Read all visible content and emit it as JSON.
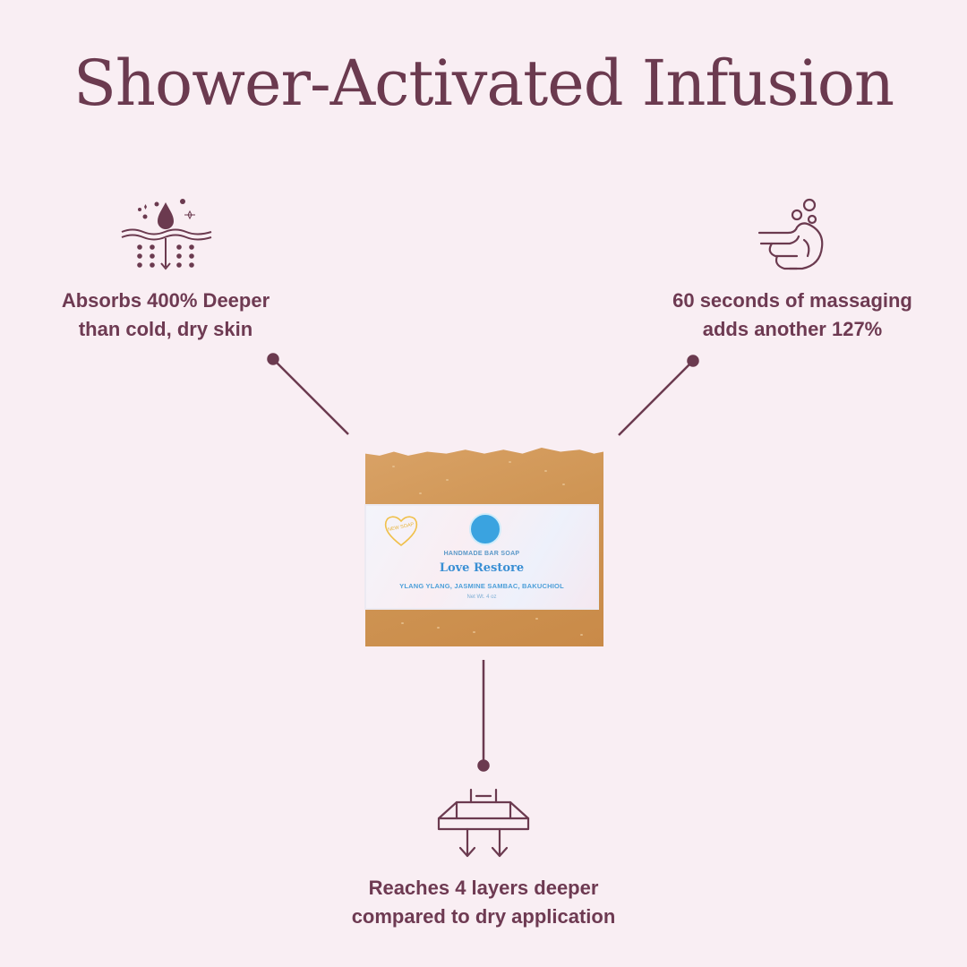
{
  "title": "Shower-Activated Infusion",
  "features": {
    "left": {
      "line1": "Absorbs 400% Deeper",
      "line2": "than cold, dry skin",
      "icon": "skin-absorption-drop-icon"
    },
    "right": {
      "line1": "60 seconds of massaging",
      "line2": "adds another 127%",
      "icon": "hand-lather-bubbles-icon"
    },
    "bottom": {
      "line1": "Reaches 4 layers deeper",
      "line2": "compared to dry application",
      "icon": "skin-layers-arrows-icon"
    }
  },
  "product": {
    "badge": "NEW SOAP",
    "type": "HANDMADE BAR SOAP",
    "name": "Love Restore",
    "ingredients": "YLANG YLANG, JASMINE SAMBAC, BAKUCHIOL",
    "weight": "Net Wt. 4 oz"
  },
  "colors": {
    "background": "#f9eef3",
    "text": "#6e3a52",
    "accent_line": "#6b3a4f",
    "label_blue": "#3a8fd4",
    "soap": "#cf9554"
  }
}
